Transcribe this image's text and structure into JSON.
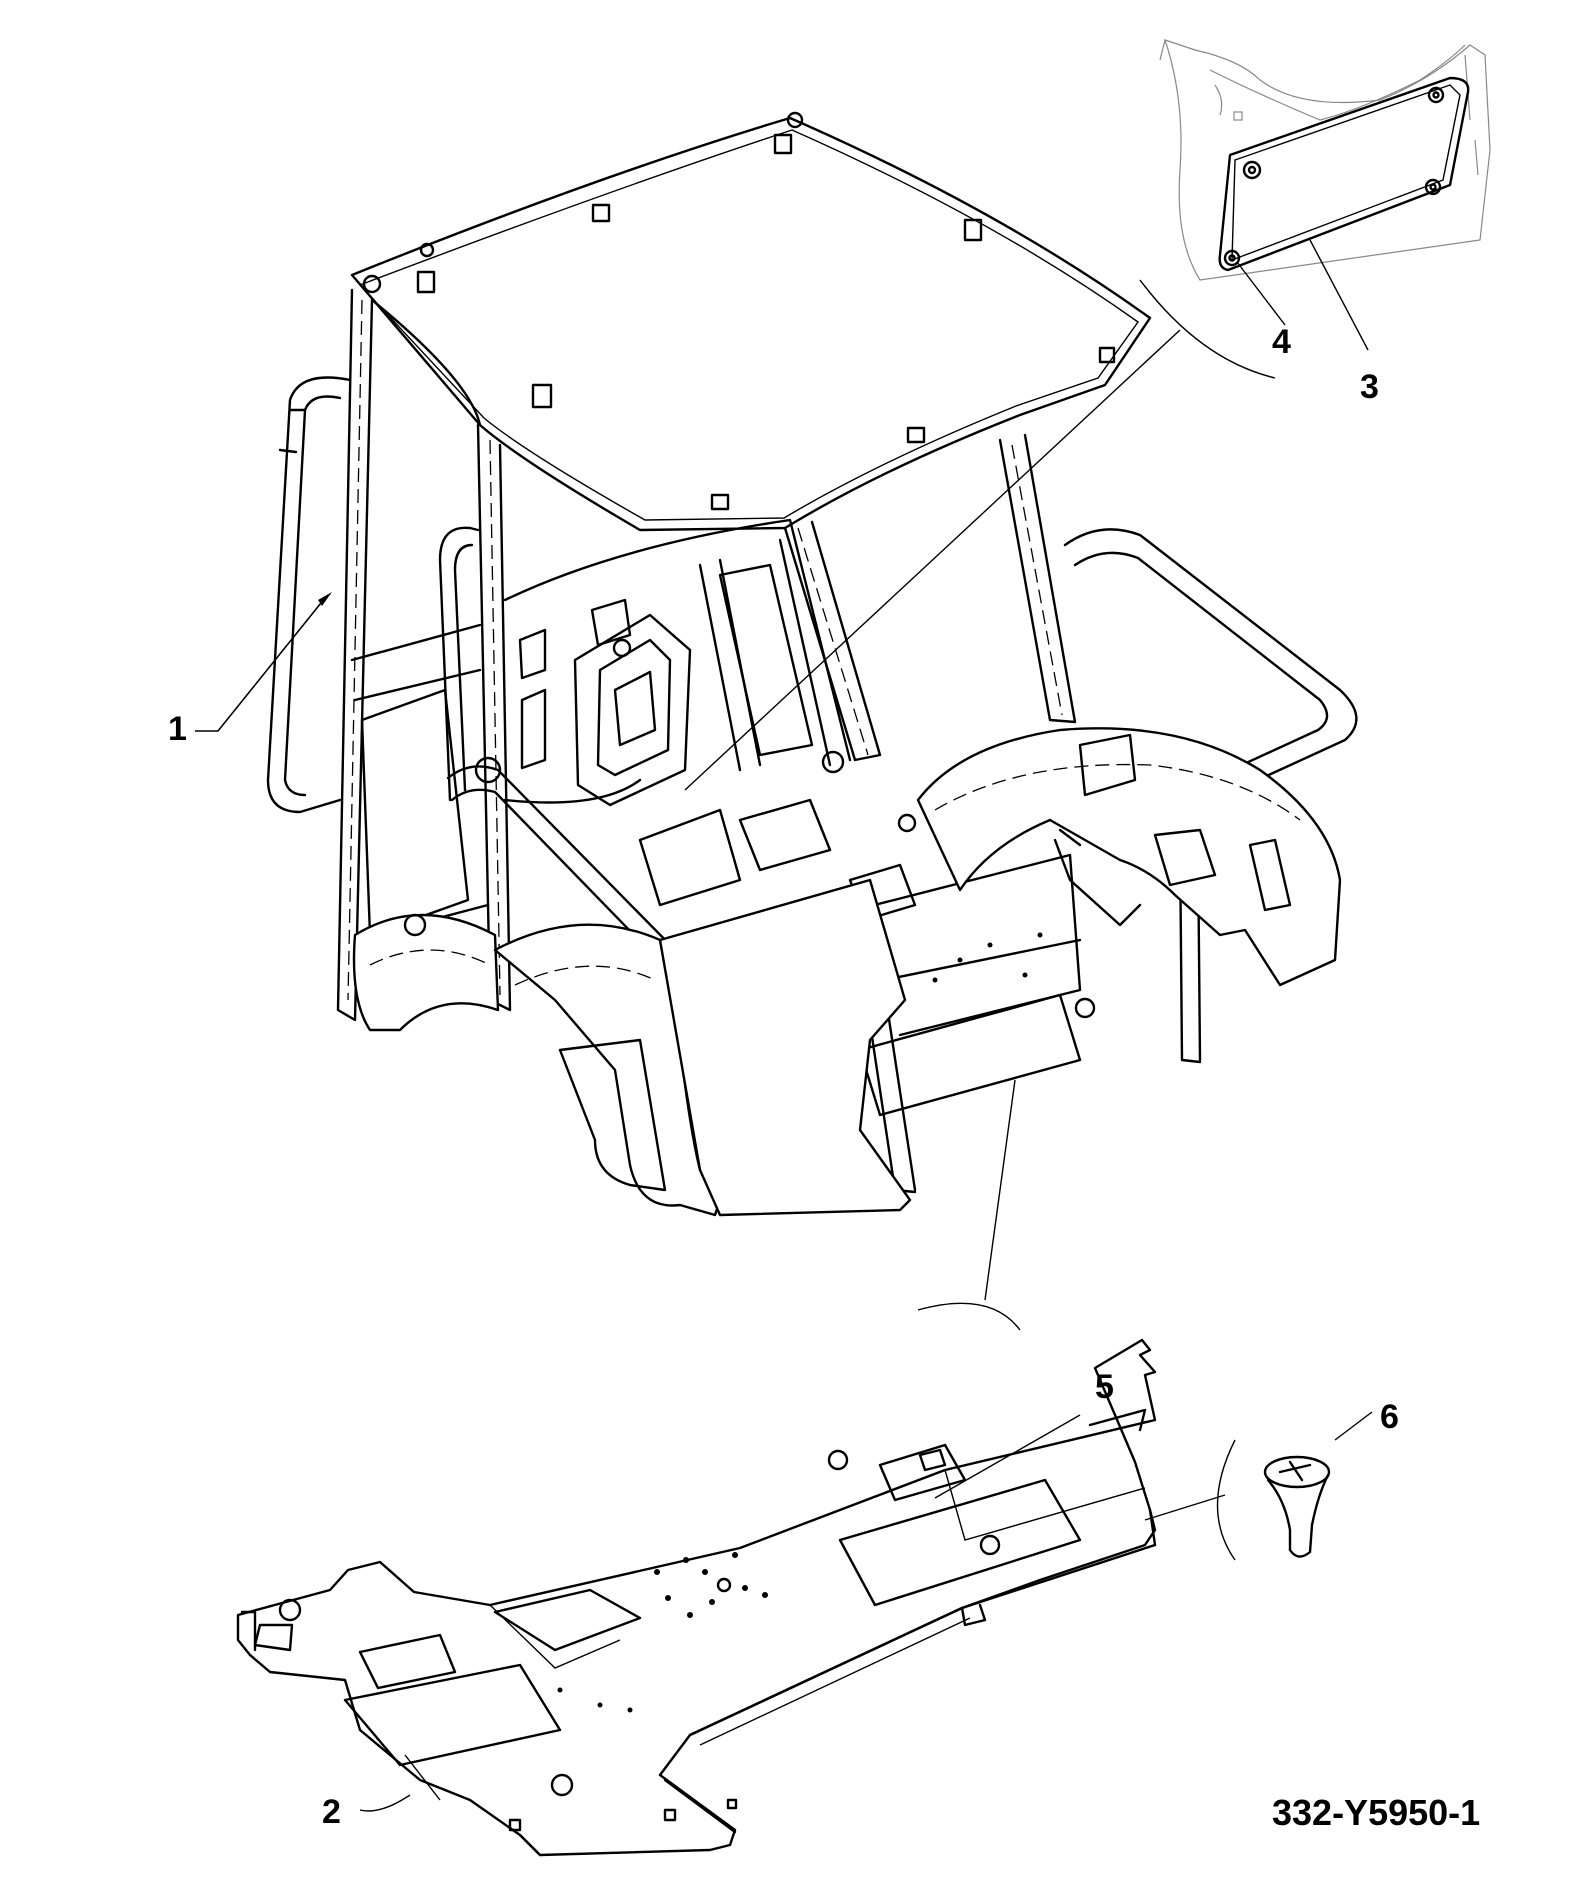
{
  "drawing_id": "332-Y5950-1",
  "callouts": [
    {
      "id": "1",
      "label": "1"
    },
    {
      "id": "2",
      "label": "2"
    },
    {
      "id": "3",
      "label": "3"
    },
    {
      "id": "4",
      "label": "4"
    },
    {
      "id": "5",
      "label": "5"
    },
    {
      "id": "6",
      "label": "6"
    }
  ],
  "icons": [
    "cab-frame",
    "floor-plate",
    "access-panel-detail",
    "screw"
  ]
}
